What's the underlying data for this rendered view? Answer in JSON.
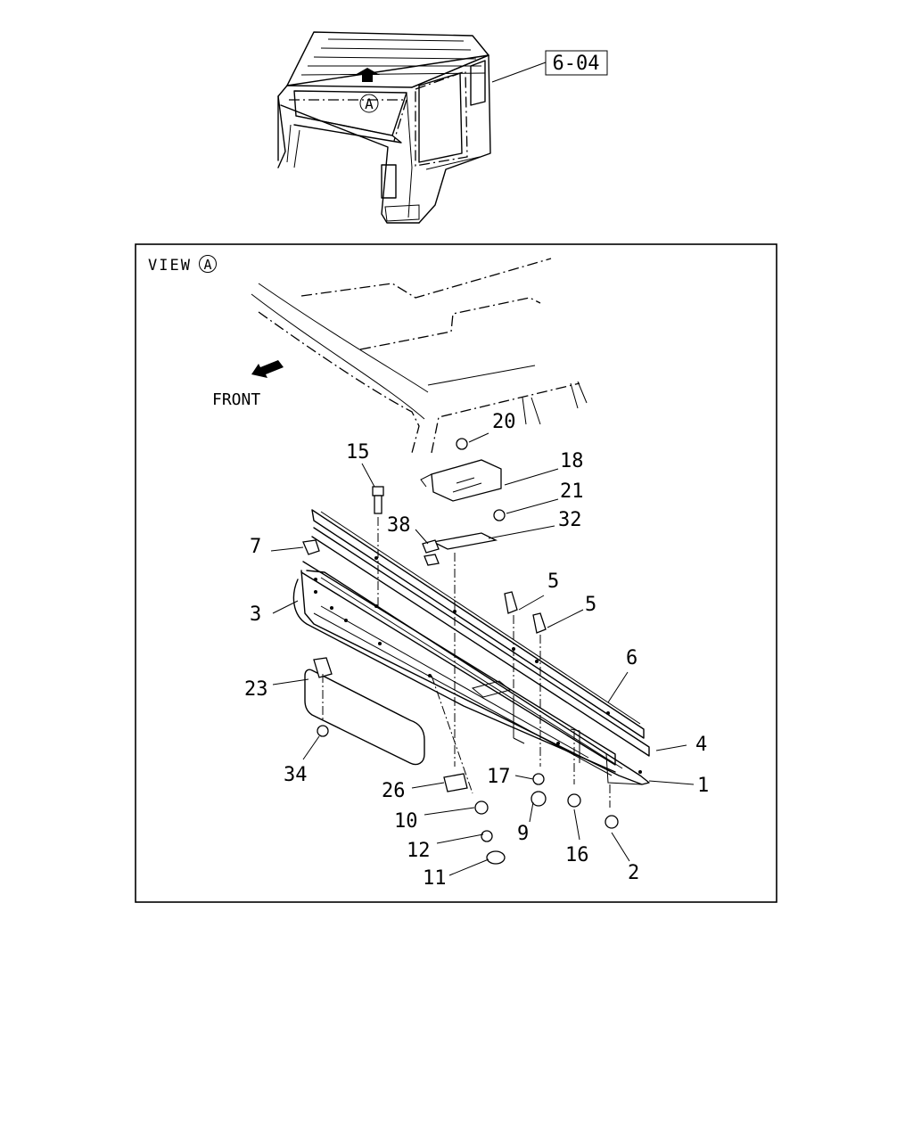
{
  "reference_box": {
    "text": "6-04"
  },
  "view_label": {
    "prefix": "VIEW",
    "symbol": "A"
  },
  "cab_marker": {
    "symbol": "A"
  },
  "front_label": "FRONT",
  "callouts": {
    "c1": "1",
    "c2": "2",
    "c3": "3",
    "c4": "4",
    "c5a": "5",
    "c5b": "5",
    "c6": "6",
    "c7": "7",
    "c9": "9",
    "c10": "10",
    "c11": "11",
    "c12": "12",
    "c15": "15",
    "c16": "16",
    "c17": "17",
    "c18": "18",
    "c20": "20",
    "c21": "21",
    "c23": "23",
    "c26": "26",
    "c32": "32",
    "c34": "34",
    "c38": "38"
  }
}
